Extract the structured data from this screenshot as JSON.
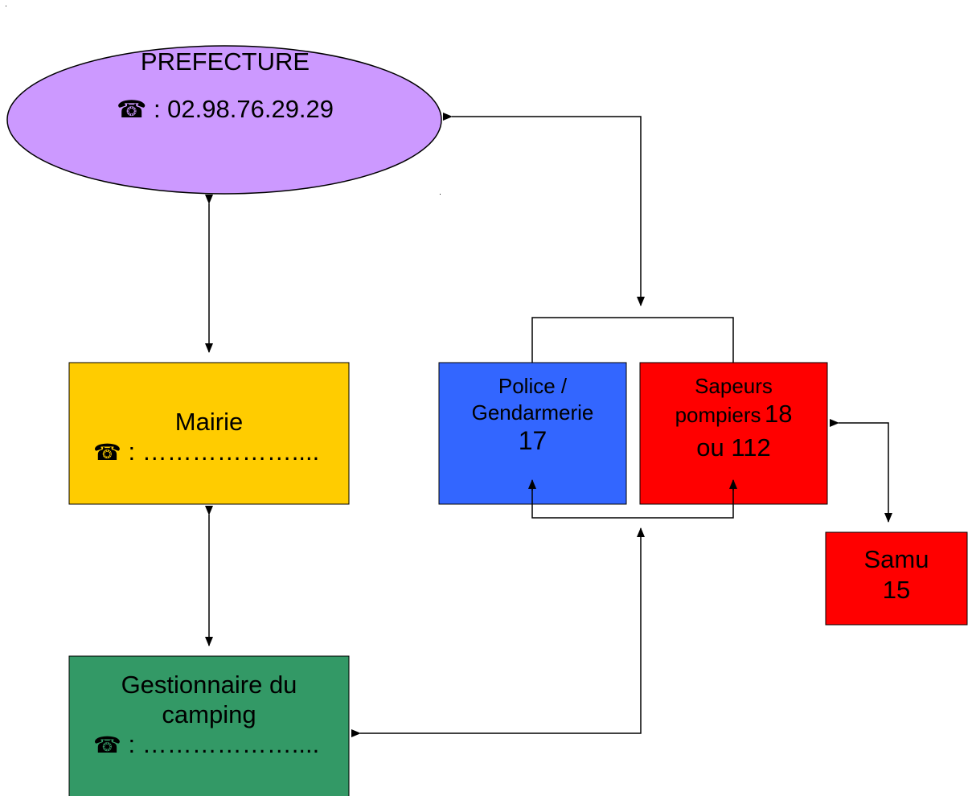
{
  "colors": {
    "prefecture": "#cc99ff",
    "mairie": "#ffcc00",
    "gestionnaire": "#339966",
    "police": "#3366ff",
    "sapeurs": "#ff0000",
    "samu": "#ff0000",
    "line": "#000000"
  },
  "phone_icon": "telephone-icon",
  "prefecture": {
    "title": "PREFECTURE",
    "phone_symbol": "☎",
    "phone_text": " : 02.98.76.29.29"
  },
  "mairie": {
    "title": "Mairie",
    "phone_symbol": "☎",
    "phone_text": " : ………………...."
  },
  "gestionnaire": {
    "title_line1": "Gestionnaire du",
    "title_line2": "camping",
    "phone_symbol": "☎",
    "phone_text": " : ………………...."
  },
  "police": {
    "line1": "Police /",
    "line2": "Gendarmerie",
    "number": "17"
  },
  "sapeurs": {
    "line1": "Sapeurs",
    "line2_word": "pompiers",
    "line2_number": "18",
    "line3": "ou 112"
  },
  "samu": {
    "line1": "Samu",
    "line2": "15"
  }
}
